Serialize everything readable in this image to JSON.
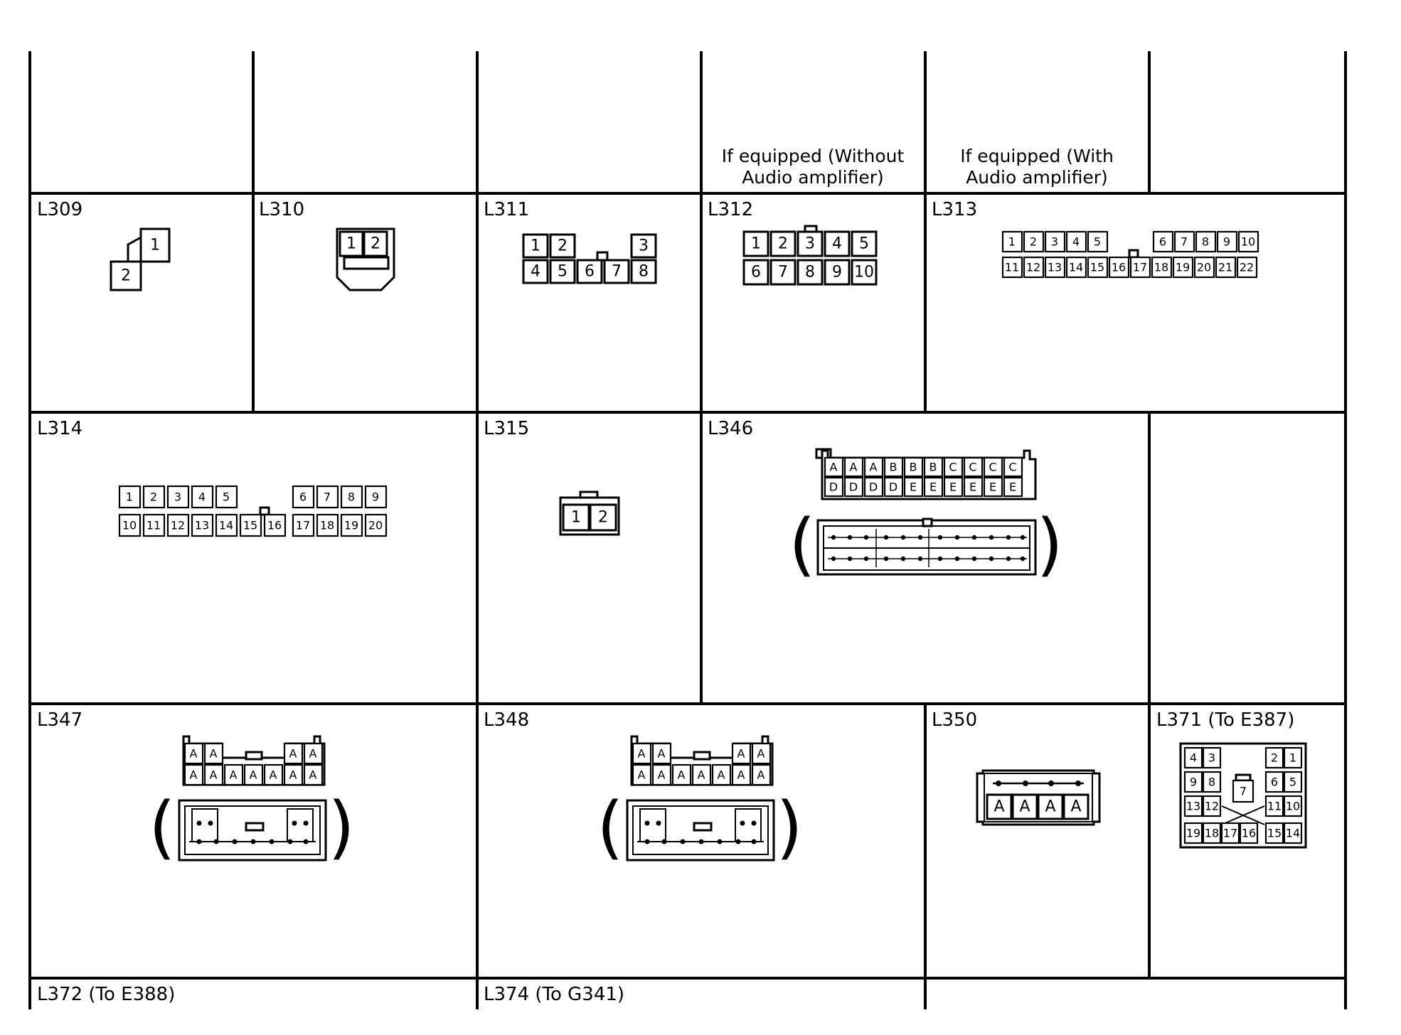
{
  "notes": {
    "l312_condition": "If equipped (Without Audio amplifier)",
    "l313_condition": "If equipped (With Audio amplifier)"
  },
  "connectors": {
    "l309": {
      "label": "L309",
      "pins": [
        "1",
        "2"
      ]
    },
    "l310": {
      "label": "L310",
      "pins": [
        "1",
        "2"
      ]
    },
    "l311": {
      "label": "L311",
      "pins": [
        "1",
        "2",
        "3",
        "4",
        "5",
        "6",
        "7",
        "8"
      ]
    },
    "l312": {
      "label": "L312",
      "pins": [
        "1",
        "2",
        "3",
        "4",
        "5",
        "6",
        "7",
        "8",
        "9",
        "10"
      ]
    },
    "l313": {
      "label": "L313",
      "pins": [
        "1",
        "2",
        "3",
        "4",
        "5",
        "6",
        "7",
        "8",
        "9",
        "10",
        "11",
        "12",
        "13",
        "14",
        "15",
        "16",
        "17",
        "18",
        "19",
        "20",
        "21",
        "22"
      ]
    },
    "l314": {
      "label": "L314",
      "pins": [
        "1",
        "2",
        "3",
        "4",
        "5",
        "6",
        "7",
        "8",
        "9",
        "10",
        "11",
        "12",
        "13",
        "14",
        "15",
        "16",
        "17",
        "18",
        "19",
        "20"
      ]
    },
    "l315": {
      "label": "L315",
      "pins": [
        "1",
        "2"
      ]
    },
    "l346": {
      "label": "L346",
      "top_row": [
        "A",
        "A",
        "A",
        "B",
        "B",
        "B",
        "C",
        "C",
        "C",
        "C"
      ],
      "bottom_row": [
        "D",
        "D",
        "D",
        "D",
        "E",
        "E",
        "E",
        "E",
        "E",
        "E"
      ]
    },
    "l347": {
      "label": "L347",
      "top_row": [
        "A",
        "A",
        "A",
        "A"
      ],
      "bottom_row": [
        "A",
        "A",
        "A",
        "A",
        "A",
        "A",
        "A"
      ]
    },
    "l348": {
      "label": "L348",
      "top_row": [
        "A",
        "A",
        "A",
        "A"
      ],
      "bottom_row": [
        "A",
        "A",
        "A",
        "A",
        "A",
        "A",
        "A"
      ]
    },
    "l350": {
      "label": "L350",
      "pins": [
        "A",
        "A",
        "A",
        "A"
      ]
    },
    "l371": {
      "label": "L371 (To E387)",
      "pins": [
        "4",
        "3",
        "2",
        "1",
        "9",
        "8",
        "6",
        "5",
        "7",
        "13",
        "12",
        "11",
        "10",
        "19",
        "18",
        "17",
        "16",
        "15",
        "14"
      ]
    },
    "l372": {
      "label": "L372 (To E388)"
    },
    "l374": {
      "label": "L374 (To G341)"
    }
  }
}
